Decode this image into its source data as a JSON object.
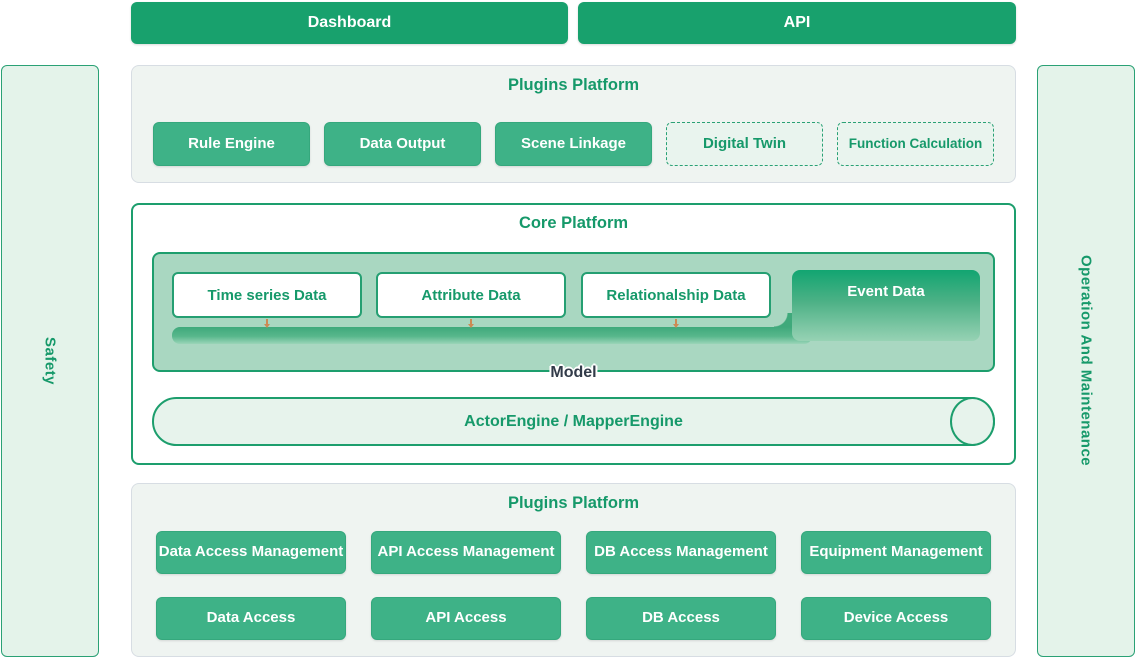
{
  "top_nav": {
    "dashboard": "Dashboard",
    "api": "API"
  },
  "sidebars": {
    "left": "Safety",
    "right": "Operation And Maintenance"
  },
  "plugins_top": {
    "title": "Plugins Platform",
    "buttons": [
      "Rule Engine",
      "Data Output",
      "Scene Linkage",
      "Digital Twin",
      "Function Calculation"
    ]
  },
  "core": {
    "title": "Core Platform",
    "model_label": "Model",
    "data_boxes": [
      "Time series Data",
      "Attribute Data",
      "Relationalship Data",
      "Event Data"
    ],
    "engine": "ActorEngine / MapperEngine"
  },
  "plugins_bottom": {
    "title": "Plugins Platform",
    "row1": [
      "Data Access Management",
      "API Access Management",
      "DB Access Management",
      "Equipment Management"
    ],
    "row2": [
      "Data Access",
      "API Access",
      "DB Access",
      "Device Access"
    ]
  },
  "colors": {
    "primary_green": "#18a16d",
    "button_green": "#3eb287",
    "border_green": "#1d9e6d",
    "text_green": "#16996a",
    "model_panel_green": "#a9d7c1",
    "light_green": "#e7f3ec",
    "section_bg": "#eff4f1",
    "section_border": "#d7dde3",
    "arrow_orange": "#cd8a54",
    "model_text": "#323b49"
  }
}
